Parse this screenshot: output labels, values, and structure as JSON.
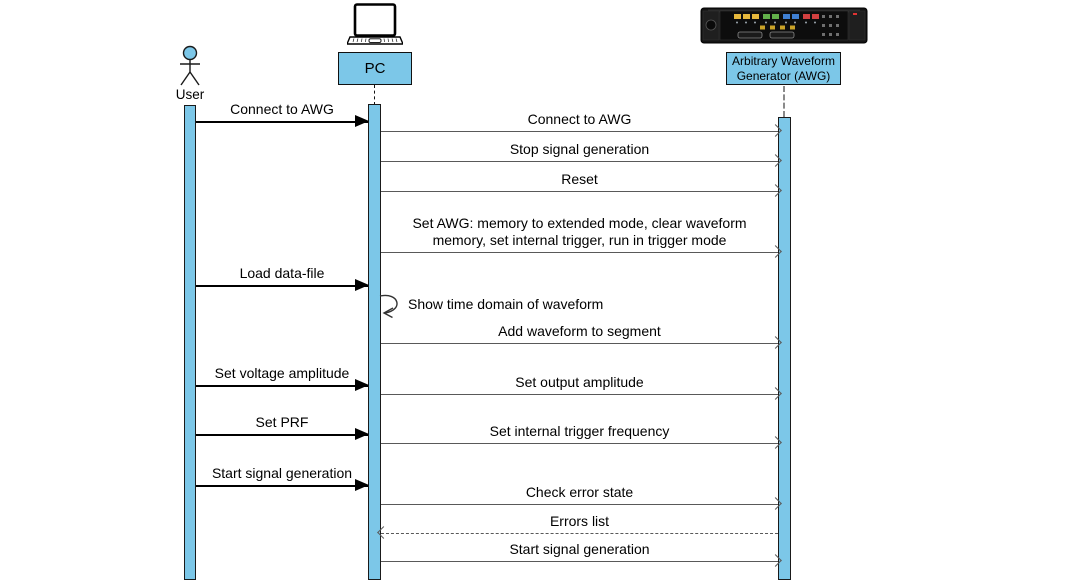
{
  "actors": {
    "user": {
      "label": "User"
    },
    "pc": {
      "label": "PC"
    },
    "awg": {
      "label": "Arbitrary Waveform Generator (AWG)",
      "line1": "Arbitrary Waveform",
      "line2": "Generator (AWG)"
    }
  },
  "messages": [
    {
      "from": "User",
      "to": "PC",
      "kind": "sync",
      "label": "Connect to AWG"
    },
    {
      "from": "PC",
      "to": "AWG",
      "kind": "async",
      "label": "Connect to AWG"
    },
    {
      "from": "PC",
      "to": "AWG",
      "kind": "async",
      "label": "Stop signal generation"
    },
    {
      "from": "PC",
      "to": "AWG",
      "kind": "async",
      "label": "Reset"
    },
    {
      "from": "PC",
      "to": "AWG",
      "kind": "async",
      "label": "Set AWG: memory to extended mode, clear waveform memory, set internal trigger, run in trigger mode"
    },
    {
      "from": "User",
      "to": "PC",
      "kind": "sync",
      "label": "Load data-file"
    },
    {
      "from": "PC",
      "to": "PC",
      "kind": "self",
      "label": "Show time domain of waveform"
    },
    {
      "from": "PC",
      "to": "AWG",
      "kind": "async",
      "label": "Add waveform to segment"
    },
    {
      "from": "User",
      "to": "PC",
      "kind": "sync",
      "label": "Set voltage amplitude"
    },
    {
      "from": "PC",
      "to": "AWG",
      "kind": "async",
      "label": "Set output amplitude"
    },
    {
      "from": "User",
      "to": "PC",
      "kind": "sync",
      "label": "Set PRF"
    },
    {
      "from": "PC",
      "to": "AWG",
      "kind": "async",
      "label": "Set internal trigger frequency"
    },
    {
      "from": "User",
      "to": "PC",
      "kind": "sync",
      "label": "Start signal generation"
    },
    {
      "from": "PC",
      "to": "AWG",
      "kind": "async",
      "label": "Check error state"
    },
    {
      "from": "AWG",
      "to": "PC",
      "kind": "return",
      "label": "Errors list"
    },
    {
      "from": "PC",
      "to": "AWG",
      "kind": "async",
      "label": "Start signal generation"
    }
  ],
  "colors": {
    "activation_fill": "#7cc7e8",
    "sync_line": "#000000",
    "async_line": "#595959",
    "background": "#ffffff"
  }
}
